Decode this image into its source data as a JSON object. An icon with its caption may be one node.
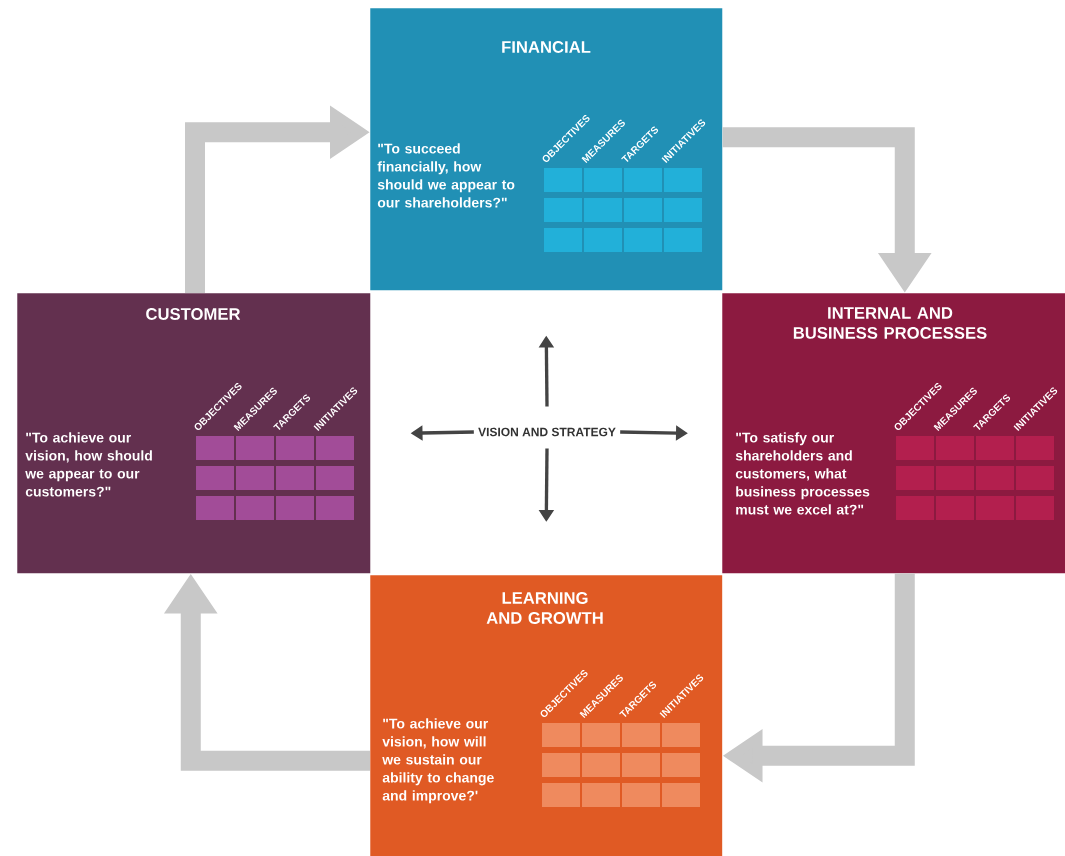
{
  "diagram": {
    "nodes": [
      {
        "text": [
          "FINANCIAL",
          "\"To succeed financially, how should we appear to our shareholders?\"",
          "OBJECTIVES",
          "MEASURES",
          "TARGETS",
          "INITIATIVES"
        ]
      },
      {
        "text": [
          "CUSTOMER",
          "\"To achieve our vision, how should we appear to our customers?\"",
          "OBJECTIVES",
          "MEASURES",
          "TARGETS",
          "INITIATIVES"
        ]
      },
      {
        "text": [
          "VISION AND STRATEGY"
        ]
      },
      {
        "text": [
          "INTERNAL AND BUSINESS PROCESSES",
          "\"To satisfy our shareholders and customers, what business processes must we excel at?\"",
          "OBJECTIVES",
          "MEASURES",
          "TARGETS",
          "INITIATIVES"
        ]
      },
      {
        "text": [
          "LEARNING AND GROWTH",
          "\"To achieve our vision, how will we sustain our ability to change and improve?'",
          "OBJECTIVES",
          "MEASURES",
          "TARGETS",
          "INITIATIVES"
        ]
      }
    ],
    "edges": [
      {
        "from": 2,
        "to": 0,
        "arrow": "to"
      },
      {
        "from": 2,
        "to": 1,
        "arrow": "to"
      },
      {
        "from": 2,
        "to": 3,
        "arrow": "to"
      },
      {
        "from": 2,
        "to": 4,
        "arrow": "to"
      },
      {
        "from": 1,
        "to": 0,
        "arrow": "to",
        "style": "thick",
        "color": "#c8c8c8"
      },
      {
        "from": 0,
        "to": 3,
        "arrow": "to",
        "style": "thick",
        "color": "#c8c8c8"
      },
      {
        "from": 3,
        "to": 4,
        "arrow": "to",
        "style": "thick",
        "color": "#c8c8c8"
      },
      {
        "from": 4,
        "to": 1,
        "arrow": "to",
        "style": "thick",
        "color": "#c8c8c8"
      }
    ]
  }
}
